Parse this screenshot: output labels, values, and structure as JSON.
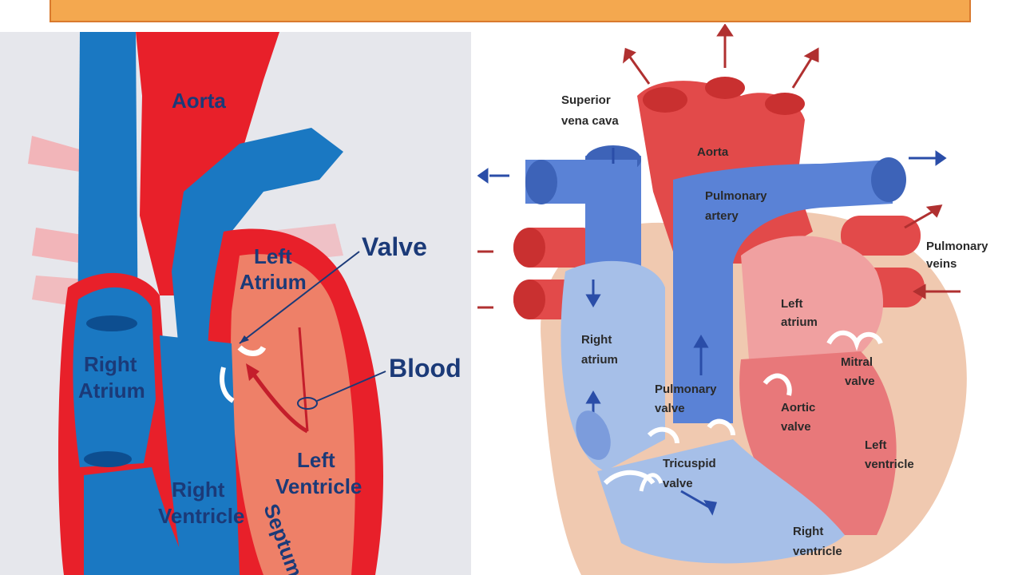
{
  "left_diagram": {
    "labels": {
      "aorta": "Aorta",
      "left_atrium_1": "Left",
      "left_atrium_2": "Atrium",
      "valve": "Valve",
      "blood": "Blood",
      "right_atrium_1": "Right",
      "right_atrium_2": "Atrium",
      "left_ventricle_1": "Left",
      "left_ventricle_2": "Ventricle",
      "right_ventricle_1": "Right",
      "right_ventricle_2": "Ventricle",
      "septum": "Septum"
    }
  },
  "right_diagram": {
    "labels": {
      "superior_vena_cava_1": "Superior",
      "superior_vena_cava_2": "vena cava",
      "aorta": "Aorta",
      "pulmonary_artery_1": "Pulmonary",
      "pulmonary_artery_2": "artery",
      "pulmonary_veins_1": "Pulmonary",
      "pulmonary_veins_2": "veins",
      "left_atrium_1": "Left",
      "left_atrium_2": "atrium",
      "right_atrium_1": "Right",
      "right_atrium_2": "atrium",
      "mitral_valve_1": "Mitral",
      "mitral_valve_2": "valve",
      "pulmonary_valve_1": "Pulmonary",
      "pulmonary_valve_2": "valve",
      "aortic_valve_1": "Aortic",
      "aortic_valve_2": "valve",
      "left_ventricle_1": "Left",
      "left_ventricle_2": "ventricle",
      "tricuspid_valve_1": "Tricuspid",
      "tricuspid_valve_2": "valve",
      "right_ventricle_1": "Right",
      "right_ventricle_2": "ventricle"
    }
  },
  "colors": {
    "banner": "#f4a84f",
    "oxygenated": "#e8202a",
    "deoxygenated": "#1a78c2",
    "label_blue": "#1b3a78"
  }
}
